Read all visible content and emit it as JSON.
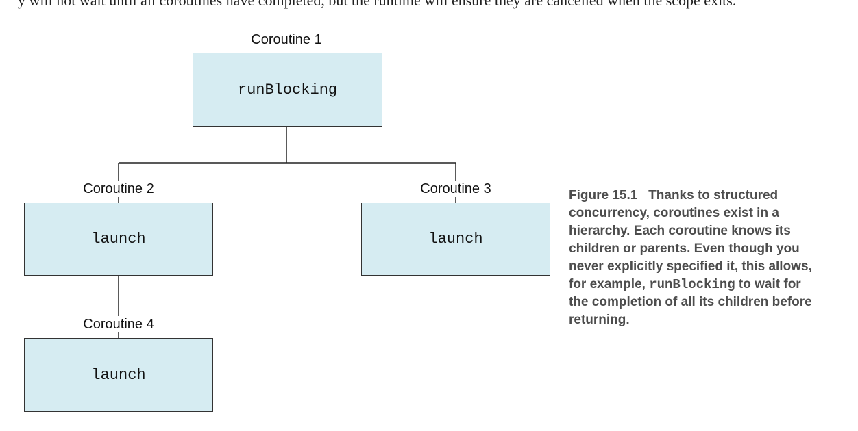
{
  "top_text": "y will not wait until all coroutines have completed, but the runtime will ensure they are cancelled when the scope exits.",
  "nodes": [
    {
      "id": "c1",
      "label": "Coroutine 1",
      "text": "runBlocking"
    },
    {
      "id": "c2",
      "label": "Coroutine 2",
      "text": "launch"
    },
    {
      "id": "c3",
      "label": "Coroutine 3",
      "text": "launch"
    },
    {
      "id": "c4",
      "label": "Coroutine 4",
      "text": "launch"
    }
  ],
  "edges": [
    {
      "from": "c1",
      "to": "c2"
    },
    {
      "from": "c1",
      "to": "c3"
    },
    {
      "from": "c2",
      "to": "c4"
    }
  ],
  "colors": {
    "box_fill": "#d6ecf2",
    "box_border": "#333333",
    "line": "#222222",
    "caption_text": "#4d4d4d"
  },
  "caption": {
    "figure_number": "Figure 15.1",
    "part1": "Thanks to structured concurrency, coroutines exist in a hierarchy. Each coroutine knows its children or parents. Even though you never explicitly specified it, this allows, for example,",
    "code": "runBlocking",
    "part2": "to wait for the completion of all its children before returning."
  }
}
